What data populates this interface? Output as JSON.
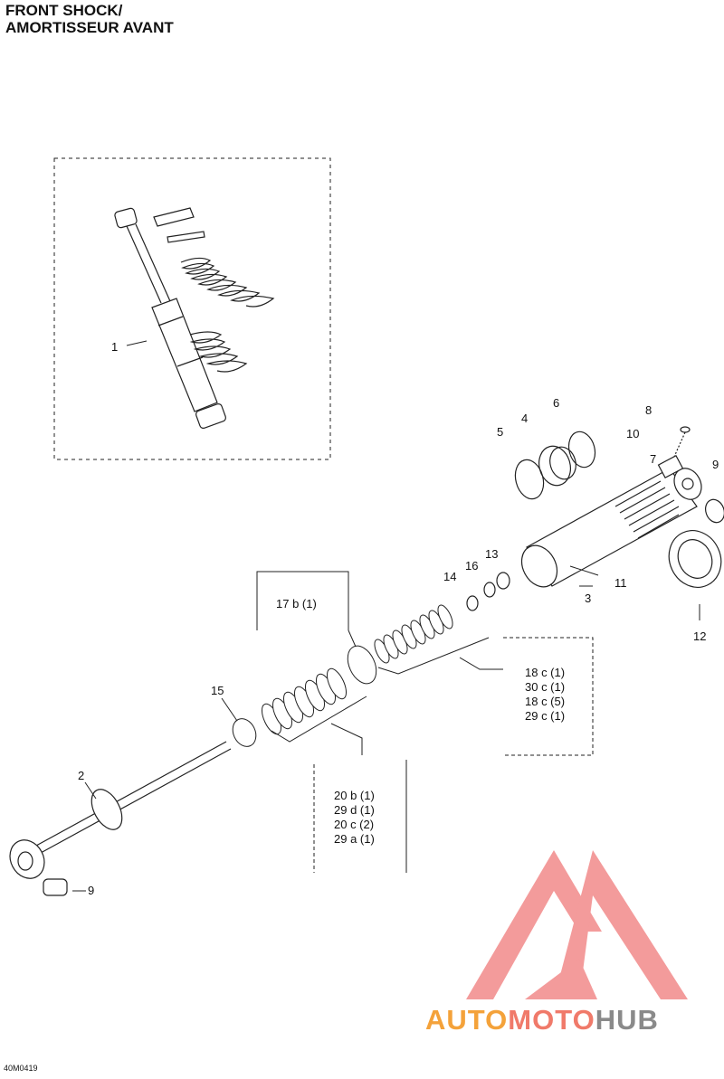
{
  "title": {
    "line1": "FRONT SHOCK/",
    "line2": "AMORTISSEUR AVANT"
  },
  "drawing_code": "40M0419",
  "callouts": {
    "c1": "1",
    "c2": "2",
    "c3": "3",
    "c4": "4",
    "c5": "5",
    "c6": "6",
    "c7": "7",
    "c8": "8",
    "c9a": "9",
    "c9b": "9",
    "c10": "10",
    "c11": "11",
    "c12": "12",
    "c13": "13",
    "c14": "14",
    "c15": "15",
    "c16": "16"
  },
  "boxes": {
    "box17": [
      "17 b (1)"
    ],
    "box18": [
      "18 c (1)",
      "30 c (1)",
      "18 c (5)",
      "29 c (1)"
    ],
    "box20": [
      "20 b (1)",
      "29 d (1)",
      "20 c (2)",
      "29 a (1)"
    ]
  },
  "watermark": {
    "part1": "AUTO",
    "part2": "MOTO",
    "part3": "HUB"
  },
  "colors": {
    "watermark_red": "#f08080",
    "watermark_orange": "#f4a23a",
    "watermark_grey": "#8a8a8a"
  }
}
